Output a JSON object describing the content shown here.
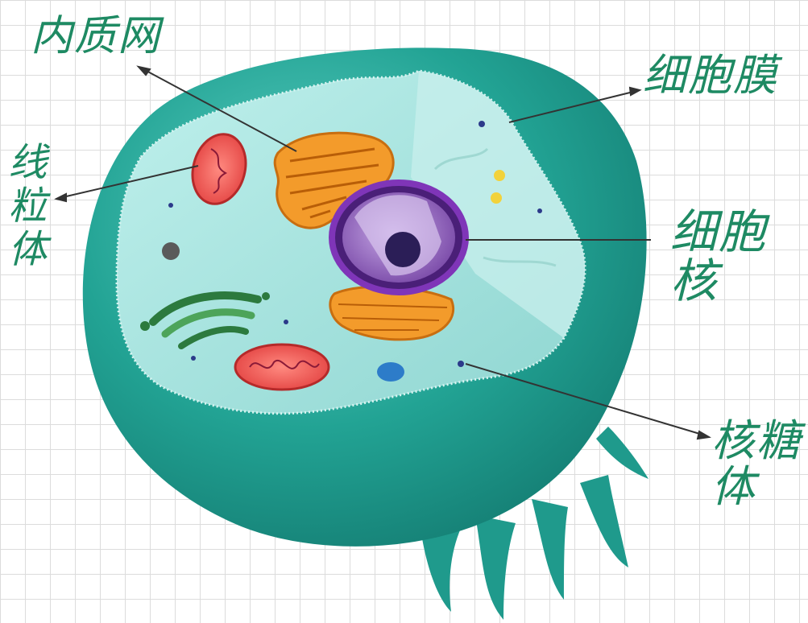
{
  "labels": {
    "er": "内质网",
    "mitochondria": "线粒体",
    "membrane": "细胞膜",
    "nucleus": "细胞核",
    "ribosome": "核糖体"
  },
  "colors": {
    "label": "#1e8a63",
    "cell_body": "#25a898",
    "cell_interior": "#a9e3e0",
    "nucleus": "#6a2ea0",
    "golgi": "#2c7a3e",
    "er": "#f39b2b",
    "mitochondria": "#e8494a"
  }
}
